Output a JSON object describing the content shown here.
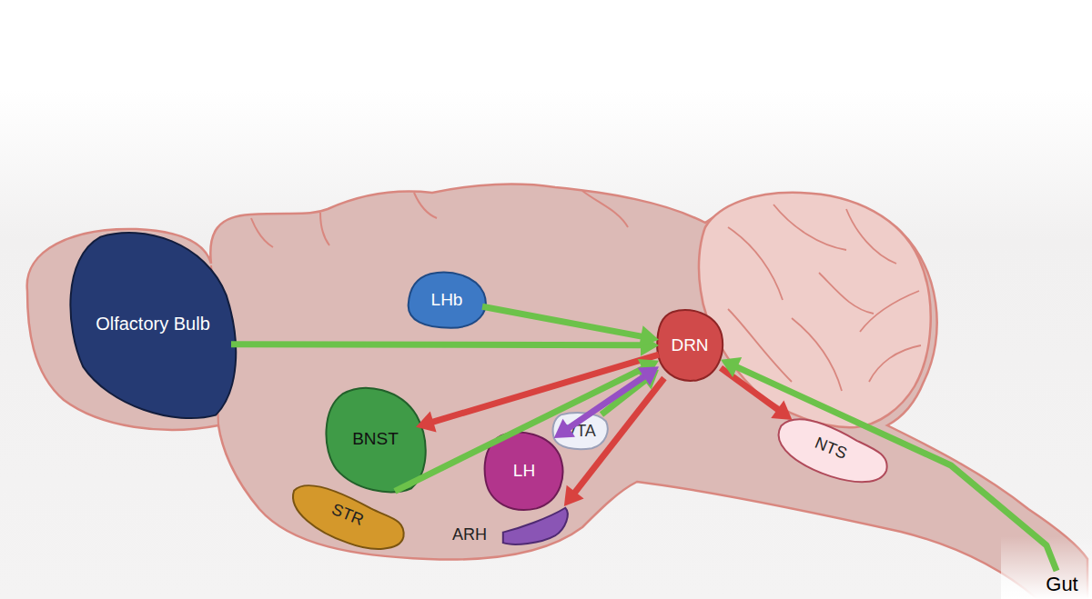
{
  "diagram": {
    "nodes": [
      {
        "text": [
          "Olfactory Bulb"
        ]
      },
      {
        "text": [
          "LHb"
        ]
      },
      {
        "text": [
          "DRN"
        ]
      },
      {
        "text": [
          "BNST"
        ]
      },
      {
        "text": [
          "VTA"
        ]
      },
      {
        "text": [
          "NTS"
        ]
      },
      {
        "text": [
          "LH"
        ]
      },
      {
        "text": [
          "STR"
        ]
      },
      {
        "text": [
          "ARH"
        ]
      },
      {
        "text": [
          "Gut"
        ]
      }
    ],
    "edges": [
      {
        "from": 0,
        "to": 2,
        "arrow": "to"
      },
      {
        "from": 1,
        "to": 2,
        "arrow": "to"
      },
      {
        "from": 2,
        "to": 3,
        "arrow": "to"
      },
      {
        "from": 7,
        "to": 2,
        "arrow": "to"
      },
      {
        "from": 4,
        "to": 2,
        "arrow": "to"
      },
      {
        "from": 2,
        "to": 6,
        "arrow": "both"
      },
      {
        "from": 2,
        "to": 8,
        "arrow": "to"
      },
      {
        "from": 2,
        "to": 5,
        "arrow": "to"
      },
      {
        "from": 9,
        "to": 2,
        "arrow": "to"
      }
    ]
  }
}
